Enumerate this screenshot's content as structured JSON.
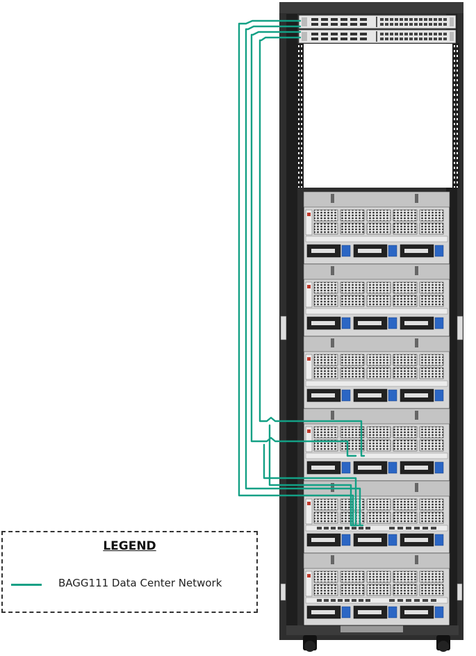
{
  "legend": {
    "title": "LEGEND",
    "items": [
      {
        "label": "BAGG111 Data Center Network",
        "color": "#13a085"
      }
    ]
  },
  "colors": {
    "network": "#13a085",
    "rack_frame": "#2e2e2e",
    "rack_post": "#1e1e1e",
    "enclosure": "#d6d6d6",
    "drive_blue": "#2b66c4"
  },
  "rack": {
    "top_switch_count": 2,
    "enclosure_count": 6,
    "cabled_enclosures": [
      4,
      5
    ]
  }
}
